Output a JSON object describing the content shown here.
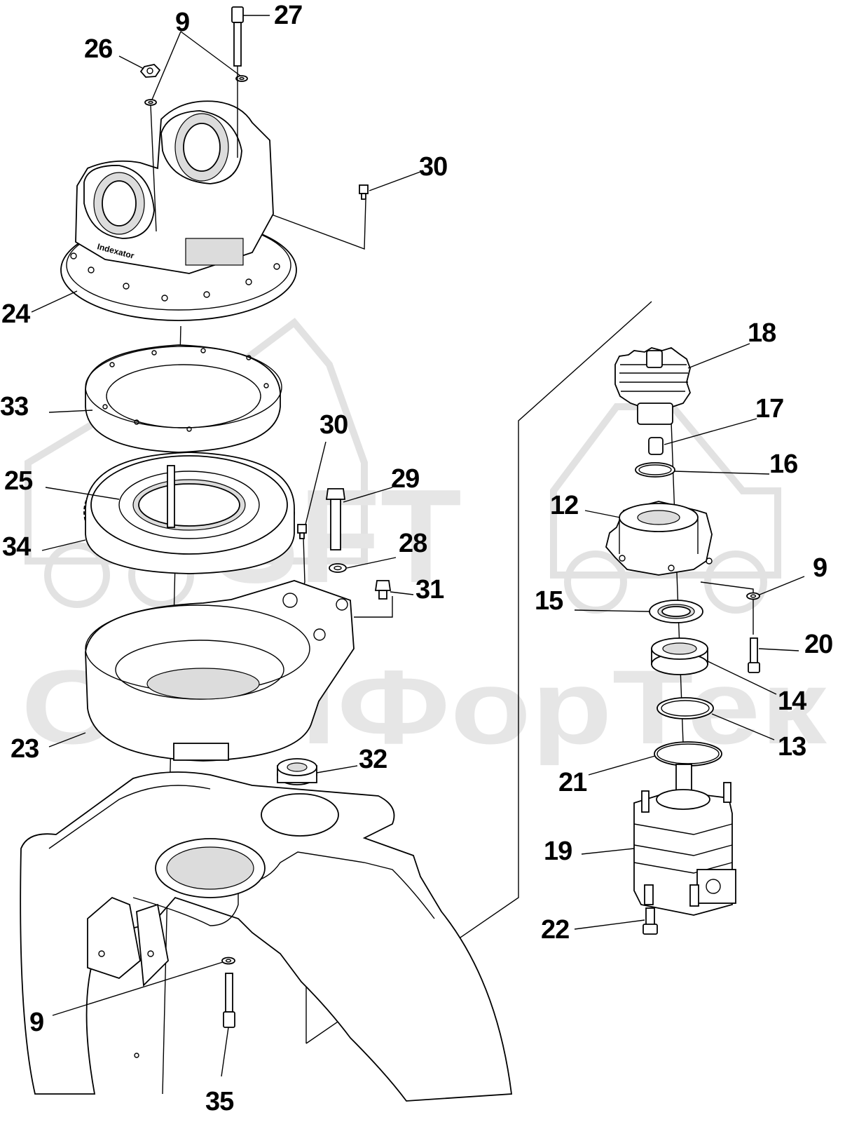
{
  "watermark": {
    "logo_text": "SFT",
    "company_name": "СканФорТек"
  },
  "brand_marks": {
    "rotator_brand": "Indexator"
  },
  "callouts": [
    {
      "id": "c27",
      "label": "27"
    },
    {
      "id": "c9a",
      "label": "9"
    },
    {
      "id": "c26",
      "label": "26"
    },
    {
      "id": "c30a",
      "label": "30"
    },
    {
      "id": "c24",
      "label": "24"
    },
    {
      "id": "c18",
      "label": "18"
    },
    {
      "id": "c33",
      "label": "33"
    },
    {
      "id": "c17",
      "label": "17"
    },
    {
      "id": "c30b",
      "label": "30"
    },
    {
      "id": "c16",
      "label": "16"
    },
    {
      "id": "c25",
      "label": "25"
    },
    {
      "id": "c29",
      "label": "29"
    },
    {
      "id": "c12",
      "label": "12"
    },
    {
      "id": "c34",
      "label": "34"
    },
    {
      "id": "c28",
      "label": "28"
    },
    {
      "id": "c9b",
      "label": "9"
    },
    {
      "id": "c31",
      "label": "31"
    },
    {
      "id": "c15",
      "label": "15"
    },
    {
      "id": "c20",
      "label": "20"
    },
    {
      "id": "c14",
      "label": "14"
    },
    {
      "id": "c23",
      "label": "23"
    },
    {
      "id": "c13",
      "label": "13"
    },
    {
      "id": "c32",
      "label": "32"
    },
    {
      "id": "c21",
      "label": "21"
    },
    {
      "id": "c19",
      "label": "19"
    },
    {
      "id": "c22",
      "label": "22"
    },
    {
      "id": "c9c",
      "label": "9"
    },
    {
      "id": "c35",
      "label": "35"
    }
  ]
}
